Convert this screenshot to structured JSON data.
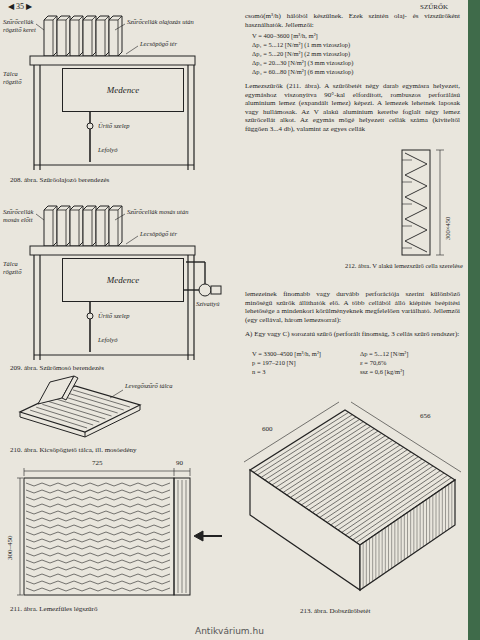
{
  "diagram": {
    "nodes": [
      {
        "text": [
          "Medence"
        ]
      },
      {
        "text": [
          "Medence"
        ]
      }
    ],
    "labels": [
      "◀ 35 ▶",
      "SZŰRŐK",
      "Szűrőcellák rögzítő keret",
      "Szűrőcellák olajozás után",
      "Lecsöpögő tér",
      "Tálca rögzítő",
      "Ürítő szelep",
      "Lefolyó",
      "208. ábra. Szűrőolajozó berendezés",
      "Szűrőcellák mosás előtt",
      "Szűrőcellák mosás után",
      "Lecsöpögő tér",
      "Tálca rögzítő",
      "Szivattyú",
      "Ürítő szelep",
      "Lefolyó",
      "209. ábra. Szűrőmosó berendezés",
      "Levegőszűrő tálca",
      "210. ábra. Kicsöpögtető tálca, ill. mosóedény",
      "725",
      "90",
      "300–450",
      "211. ábra. Lemezfüles légszűrő",
      "csomó(m³/h) hálóból készülnek. Ezek szintén olaj- és vízszűrőként használhatók. Jellemzői:",
      "V = 400–3600 [m³/h, m²]",
      "Δp₁ = 5...12 [N/m²] (1 mm vízoszlop)",
      "Δp₂ = 5...20 [N/m²] (2 mm vízoszlop)",
      "Δp₃ = 20...30 [N/m²] (3 mm vízoszlop)",
      "Δp₄ = 60...80 [N/m²] (6 mm vízoszlop)",
      "Lemezszűrők (211. ábra). A szűrőbetét négy darab egymásra helyezett, egymáshoz viszonyítva 90°-kal elfordított, rombuszos perforálású alumínium lemez (expandált lemez) képezi. A lemezek lehetnek laposak vagy hullámosak. Az V alakú alumínium keretbe foglalt négy lemez szűrőcellát alkot. Az egymás mögé helyezett cellák száma (kiviteltől függően 3...4 db), valamint az egyes cellák",
      "300×450",
      "212. ábra. V alakú lemezszűrő cella szerelése",
      "lemezeinek finomabb vagy durvább perforációja szerint különböző minőségű szűrők állíthatók elő. A több cellából álló kiépítés beépítési lehetősége a mindenkori körülményeknek megfelelően variálható. Jellemzői (egy cellával, három lemezsorral):",
      "A) Egy vagy C) sorozatú szűrő (perforált finomság, 3 cellás szűrő rendszer):",
      "V = 3300–4500 [m³/h, m²]",
      "Δp = 5...12 [N/m²]",
      "ε = 70,6%",
      "n = 3",
      "p = 197–210 [N]",
      "ssz = 0,6 [kg/m²]",
      "600",
      "656",
      "213. ábra. Dobszűrőbetét",
      "Antikvárium.hu"
    ]
  }
}
